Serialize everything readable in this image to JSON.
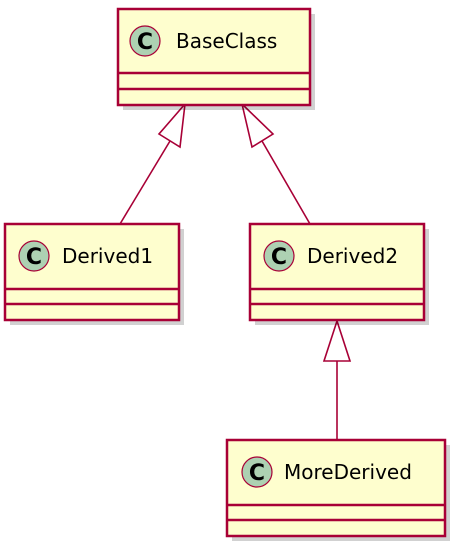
{
  "diagram": {
    "classes": [
      {
        "id": "base",
        "name": "BaseClass",
        "stereotype": "C"
      },
      {
        "id": "d1",
        "name": "Derived1",
        "stereotype": "C"
      },
      {
        "id": "d2",
        "name": "Derived2",
        "stereotype": "C"
      },
      {
        "id": "more",
        "name": "MoreDerived",
        "stereotype": "C"
      }
    ],
    "relations": [
      {
        "from": "d1",
        "to": "base",
        "type": "inheritance"
      },
      {
        "from": "d2",
        "to": "base",
        "type": "inheritance"
      },
      {
        "from": "more",
        "to": "d2",
        "type": "inheritance"
      }
    ],
    "colors": {
      "class_fill": "#FEFECE",
      "border": "#A80036",
      "stereotype_circle": "#ADD1B2"
    }
  }
}
